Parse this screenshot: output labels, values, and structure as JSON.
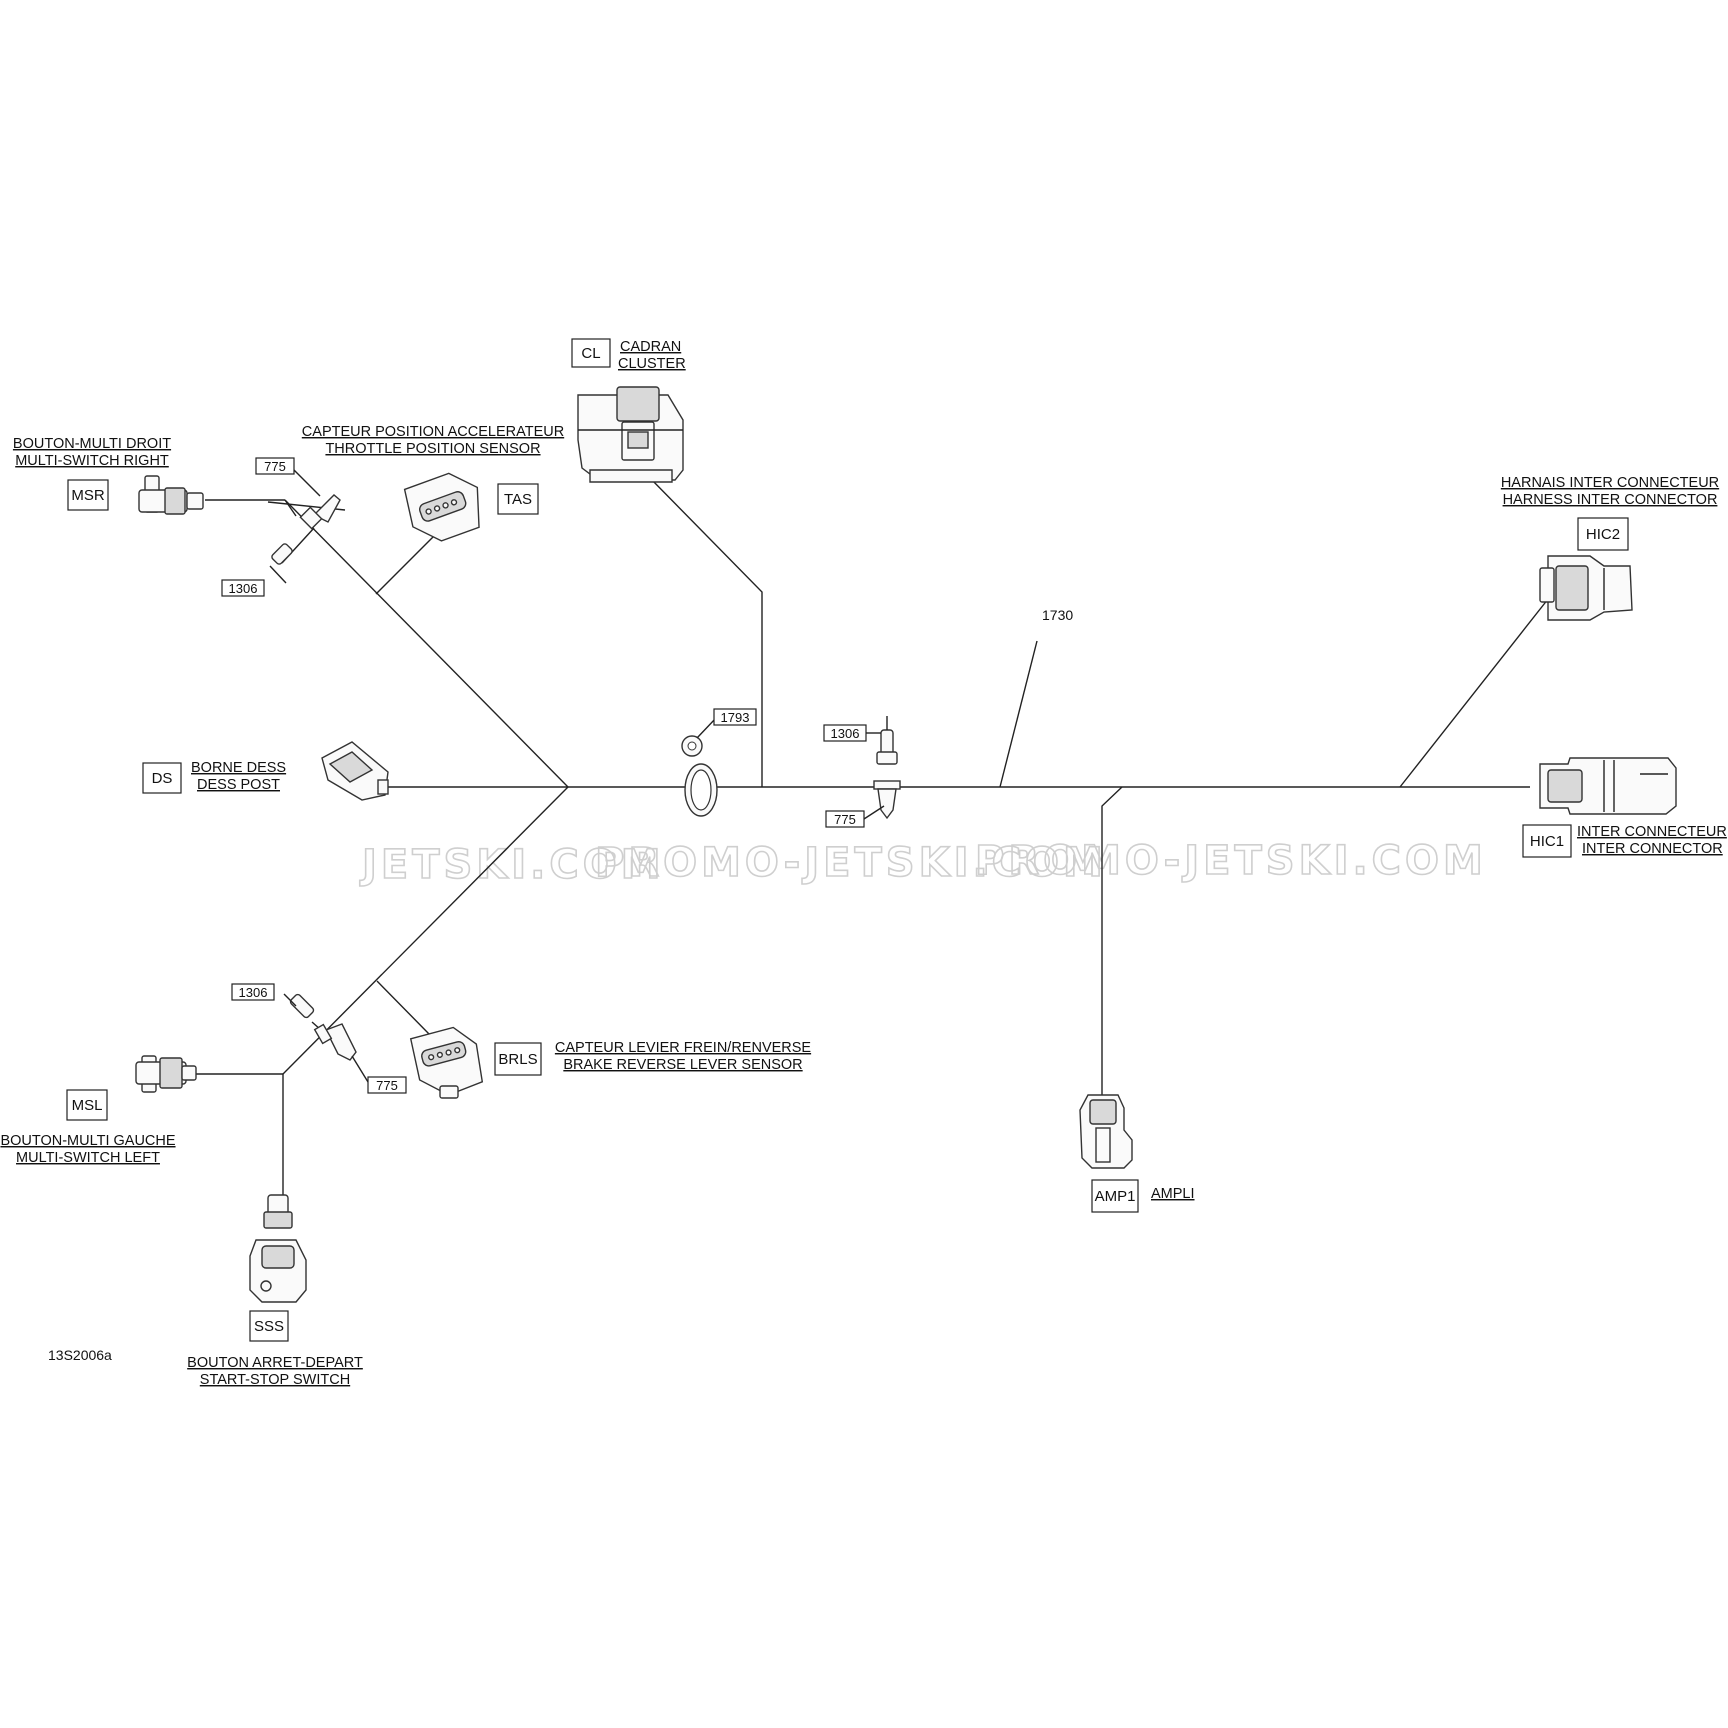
{
  "watermark": [
    "JETSKI.COM",
    "PROMO-JETSKI.COM",
    "PROMO-JETSKI.COM"
  ],
  "drawing_code": "13S2006a",
  "harness_ref": "1730",
  "components": {
    "cl": {
      "code": "CL",
      "label1": "CADRAN",
      "label2": "CLUSTER"
    },
    "msr": {
      "code": "MSR",
      "label1": "BOUTON-MULTI DROIT",
      "label2": "MULTI-SWITCH RIGHT"
    },
    "tas": {
      "code": "TAS",
      "label1": "CAPTEUR POSITION ACCELERATEUR",
      "label2": "THROTTLE POSITION SENSOR"
    },
    "ds": {
      "code": "DS",
      "label1": "BORNE DESS",
      "label2": "DESS POST"
    },
    "hic2": {
      "code": "HIC2",
      "label1": "HARNAIS INTER CONNECTEUR",
      "label2": "HARNESS INTER CONNECTOR"
    },
    "hic1": {
      "code": "HIC1",
      "label1": "INTER CONNECTEUR",
      "label2": "INTER CONNECTOR"
    },
    "brls": {
      "code": "BRLS",
      "label1": "CAPTEUR LEVIER FREIN/RENVERSE",
      "label2": "BRAKE REVERSE LEVER SENSOR"
    },
    "msl": {
      "code": "MSL",
      "label1": "BOUTON-MULTI GAUCHE",
      "label2": "MULTI-SWITCH LEFT"
    },
    "amp1": {
      "code": "AMP1",
      "label1": "AMPLI"
    },
    "sss": {
      "code": "SSS",
      "label1": "BOUTON ARRET-DEPART",
      "label2": "START-STOP SWITCH"
    }
  },
  "refs": {
    "r775_top": "775",
    "r1306_top": "1306",
    "r1793": "1793",
    "r1306_mid": "1306",
    "r775_mid": "775",
    "r1306_bot": "1306",
    "r775_bot": "775"
  }
}
